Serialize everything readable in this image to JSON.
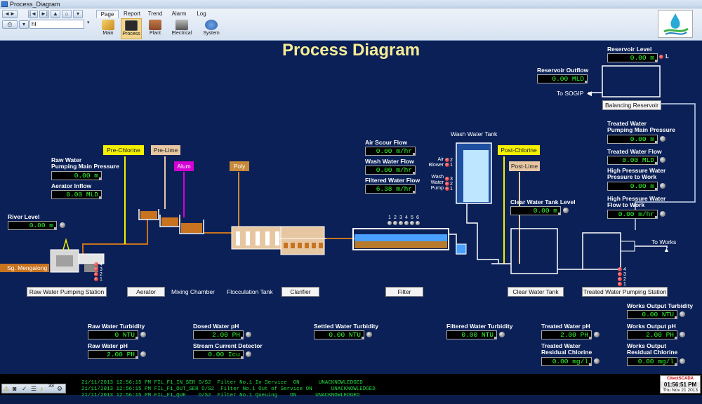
{
  "window": {
    "title": "Process_Diagram"
  },
  "ribbon": {
    "tabs": [
      "Page",
      "Report",
      "Trend",
      "Alarm",
      "Log"
    ],
    "active_tab": "Page",
    "search_value": "hl",
    "buttons": [
      "Main",
      "Process",
      "Plant",
      "Electrical",
      "System"
    ]
  },
  "page": {
    "title": "Process Diagram"
  },
  "measurements": {
    "river_level": {
      "label": "River Level",
      "value": "0.00 m"
    },
    "raw_pump_pressure": {
      "label": "Raw Water\nPumping Main Pressure",
      "value": "0.00 m"
    },
    "aerator_inflow": {
      "label": "Aerator Inflow",
      "value": "0.00 MLD"
    },
    "air_scour_flow": {
      "label": "Air Scour Flow",
      "value": "0.00 m/hr"
    },
    "wash_water_flow": {
      "label": "Wash Water Flow",
      "value": "0.00 m/hr"
    },
    "filtered_water_flow": {
      "label": "Filtered Water Flow",
      "value": "6.38 m/hr"
    },
    "clear_water_tank_level": {
      "label": "Clear Water Tank Level",
      "value": "0.00 m"
    },
    "reservoir_level": {
      "label": "Reservoir Level",
      "value": "0.00 m"
    },
    "reservoir_outflow": {
      "label": "Reservoir Outflow",
      "value": "0.00 MLD"
    },
    "treated_pump_pressure": {
      "label": "Treated Water\nPumping Main Pressure",
      "value": "0.00 m"
    },
    "treated_water_flow": {
      "label": "Treated Water Flow",
      "value": "0.00 MLD"
    },
    "hp_pressure": {
      "label": "High Pressure Water\nPressure to Work",
      "value": "0.00 m"
    },
    "hp_flow": {
      "label": "High Pressure Water\nFlow to Work",
      "value": "0.00 m/hr"
    },
    "raw_turbidity": {
      "label": "Raw Water Turbidity",
      "value": "0 NTU"
    },
    "raw_ph": {
      "label": "Raw Water pH",
      "value": "2.00 PH"
    },
    "dosed_ph": {
      "label": "Dosed Water pH",
      "value": "2.00 PH"
    },
    "stream_current": {
      "label": "Stream Current Detector",
      "value": "0.00 Icu"
    },
    "settled_turbidity": {
      "label": "Settled Water Turbidity",
      "value": "0.00 NTU"
    },
    "filtered_turbidity": {
      "label": "Filtered Water Turbidity",
      "value": "0.00 NTU"
    },
    "treated_ph": {
      "label": "Treated Water pH",
      "value": "2.00 PH"
    },
    "treated_chlorine": {
      "label": "Treated Water\nResidual Chlorine",
      "value": "0.00 mg/l"
    },
    "works_turbidity": {
      "label": "Works Output Turbidity",
      "value": "0.00 NTU"
    },
    "works_ph": {
      "label": "Works Output pH",
      "value": "2.00 PH"
    },
    "works_chlorine": {
      "label": "Works Output\nResidual Chlorine",
      "value": "0.00 mg/l"
    }
  },
  "chemicals": {
    "pre_chlorine": "Pre-Chlorine",
    "pre_lime": "Pre-Lime",
    "alum": "Alum",
    "poly": "Poly",
    "post_chlorine": "Post-Chlorine",
    "post_lime": "Post-Lime"
  },
  "process": {
    "river": "Sg. Mengalong",
    "wash_water_tank": "Wash Water Tank",
    "to_sogip": "To SOGIP",
    "to_works": "To Works",
    "mixing_chamber": "Mixing Chamber",
    "flocculation_tank": "Flocculation Tank",
    "reservoir_level_flag": "L",
    "pump_numbers": [
      "4",
      "3",
      "2",
      "1"
    ],
    "filter_numbers": [
      "1",
      "2",
      "3",
      "4",
      "5",
      "6"
    ],
    "air_blower": {
      "label": "Air\nBlower",
      "units": [
        "2",
        "1"
      ]
    },
    "wash_water_pump": {
      "label": "Wash\nWater\nPump",
      "units": [
        "3",
        "2",
        "1"
      ]
    }
  },
  "stage_buttons": {
    "raw_water_pumping_station": "Raw Water Pumping Station",
    "aerator": "Aerator",
    "clarifier": "Clarifier",
    "filter": "Filter",
    "clear_water_tank": "Clear Water Tank",
    "treated_water_pumping_station": "Treated Water Pumping Station",
    "balancing_reservoir": "Balancing Reservoir"
  },
  "alarms": [
    {
      "datetime": "21/11/2013 12:56:15 PM",
      "tag": "FIL_F1_IN_SER",
      "area": "O/S2",
      "desc": "Filter No.1 In Service",
      "state": "ON",
      "status": "UNACKNOWLEDGED"
    },
    {
      "datetime": "21/11/2013 12:56:15 PM",
      "tag": "FIL_F1_OUT_SER",
      "area": "O/S2",
      "desc": "Filter No.1 Out of Service",
      "state": "ON",
      "status": "UNACKNOWLEDGED"
    },
    {
      "datetime": "21/11/2013 12:56:15 PM",
      "tag": "FIL_F1_QUE",
      "area": "O/S2",
      "desc": "Filter No.1 Queuing",
      "state": "ON",
      "status": "UNACKNOWLEDGED"
    }
  ],
  "alarm_toolbar": {
    "count": "33"
  },
  "status": {
    "brand": "CitectSCADA",
    "time": "01:56:51 PM",
    "date": "Thu Nov 21 2013"
  },
  "colors": {
    "background": "#0b2056",
    "value_text": "#33ff33",
    "title": "#f5ec96",
    "pipe_raw": "#c8731f",
    "pipe_chlorine": "#f4f000",
    "pipe_lime": "#e7c7a2",
    "pipe_alum": "#d400d4",
    "pipe_poly": "#c88a3a",
    "pipe_treated": "#c9d8ee",
    "alarm_text": "#22dd44"
  }
}
